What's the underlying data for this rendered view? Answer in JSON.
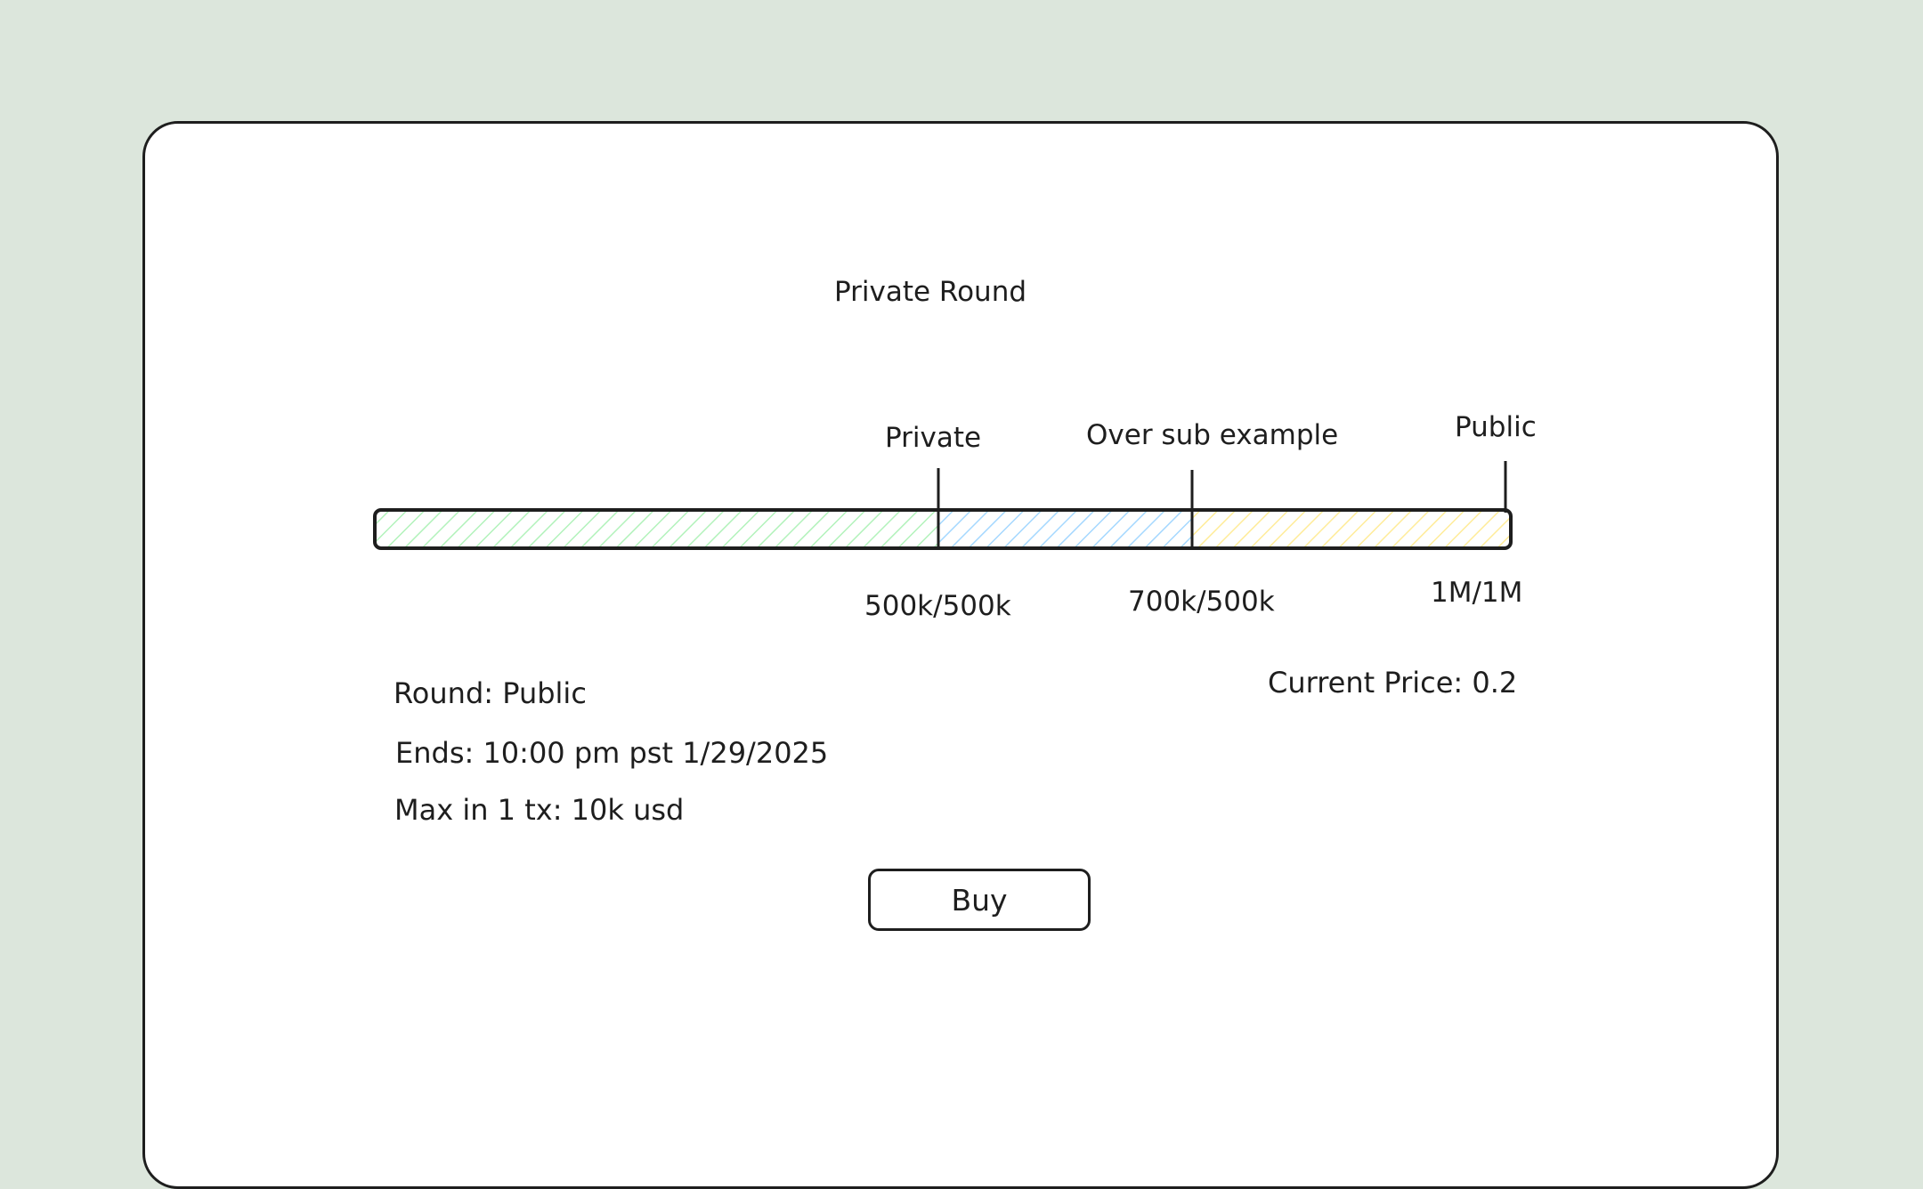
{
  "page": {
    "title": "Private Round"
  },
  "progress": {
    "segments": [
      {
        "label": "Private",
        "value_text": "500k/500k",
        "fill_color": "#b2f2bb"
      },
      {
        "label": "Over sub example",
        "value_text": "700k/500k",
        "fill_color": "#a5d8ff"
      },
      {
        "label": "Public",
        "value_text": "1M/1M",
        "fill_color": "#ffec99"
      }
    ]
  },
  "info": {
    "round": "Round: Public",
    "ends": "Ends: 10:00 pm pst 1/29/2025",
    "max_tx": "Max in 1 tx: 10k usd",
    "current_price": "Current Price: 0.2"
  },
  "actions": {
    "buy_label": "Buy"
  },
  "colors": {
    "background": "#dce6dc",
    "stroke": "#1e1e1e",
    "card": "#ffffff"
  }
}
